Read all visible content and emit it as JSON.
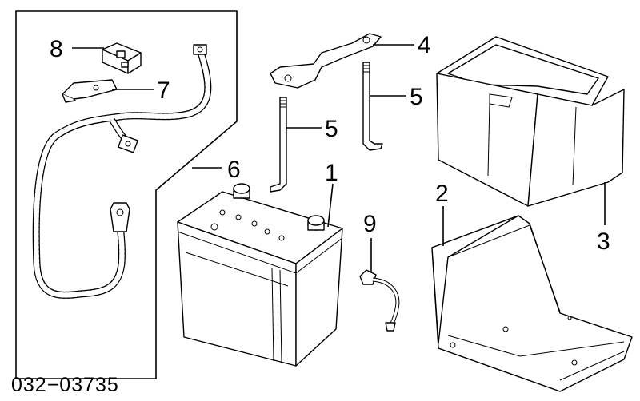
{
  "diagram": {
    "callouts": {
      "c1": "1",
      "c2": "2",
      "c3": "3",
      "c4": "4",
      "c5a": "5",
      "c5b": "5",
      "c6": "6",
      "c7": "7",
      "c8": "8",
      "c9": "9"
    },
    "figure_code": "032−03735"
  }
}
